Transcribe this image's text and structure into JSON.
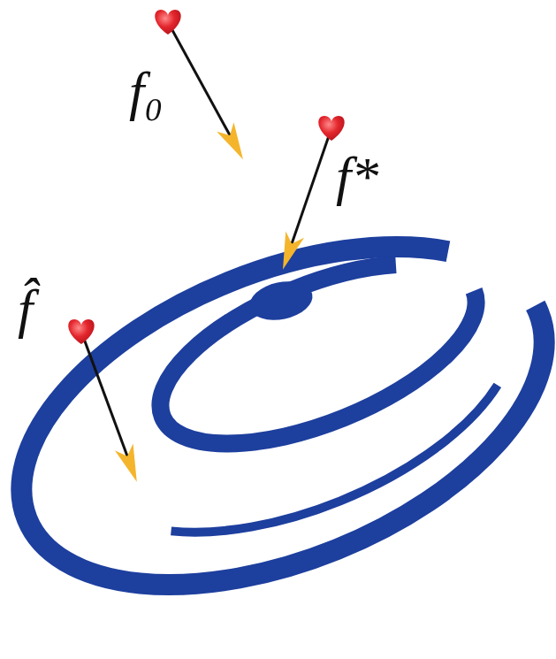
{
  "diagram": {
    "labels": [
      "f₀",
      "f*",
      "f̂"
    ]
  }
}
